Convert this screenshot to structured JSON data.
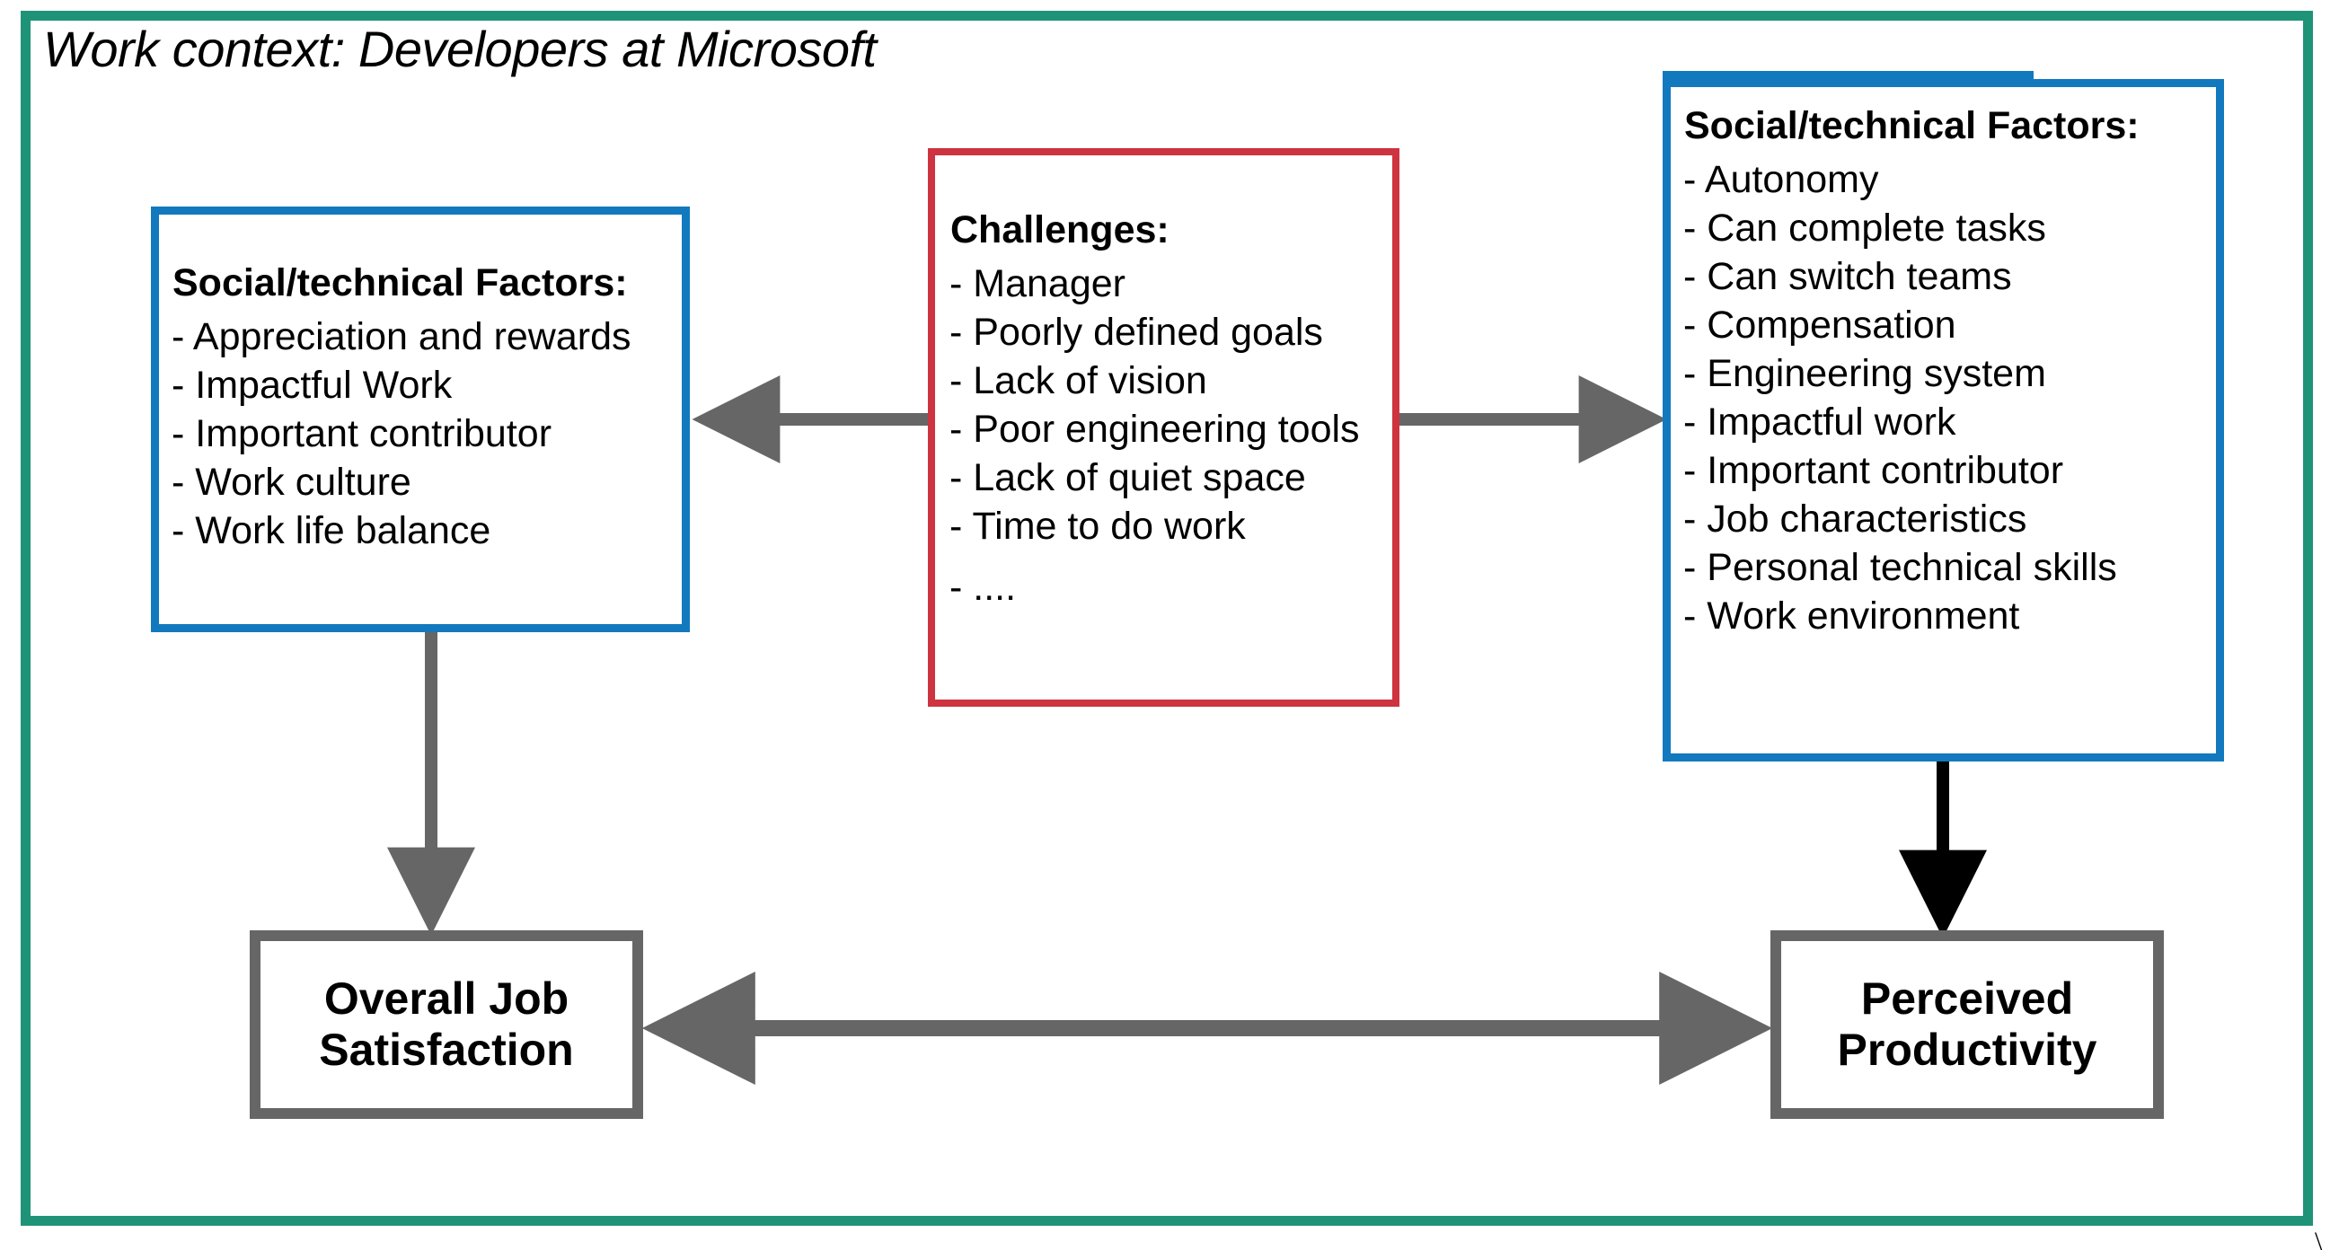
{
  "title": "Work context: Developers at Microsoft",
  "colors": {
    "frame_teal": "#1F9378",
    "box_blue": "#1379BE",
    "box_red": "#CE3340",
    "outcome_gray": "#666666",
    "arrow_gray": "#666666",
    "arrow_black": "#000000"
  },
  "left_box": {
    "heading": "Social/technical Factors:",
    "items": [
      "- Appreciation and rewards",
      "- Impactful Work",
      "- Important contributor",
      "- Work culture",
      "- Work life balance"
    ]
  },
  "center_box": {
    "heading": "Challenges:",
    "items": [
      "- Manager",
      "- Poorly defined goals",
      "- Lack of vision",
      "- Poor engineering tools",
      "- Lack of quiet space",
      "- Time to do work",
      "- ...."
    ]
  },
  "right_box": {
    "heading": "Social/technical Factors:",
    "items": [
      "- Autonomy",
      "- Can complete tasks",
      "- Can switch teams",
      "- Compensation",
      "- Engineering system",
      "- Impactful work",
      "- Important contributor",
      "- Job characteristics",
      "- Personal technical skills",
      "- Work environment"
    ]
  },
  "outcomes": {
    "job_satisfaction": "Overall Job\nSatisfaction",
    "job_satisfaction_line1": "Overall Job",
    "job_satisfaction_line2": "Satisfaction",
    "perceived_productivity_line1": "Perceived",
    "perceived_productivity_line2": "Productivity"
  },
  "stray_mark": "\\"
}
